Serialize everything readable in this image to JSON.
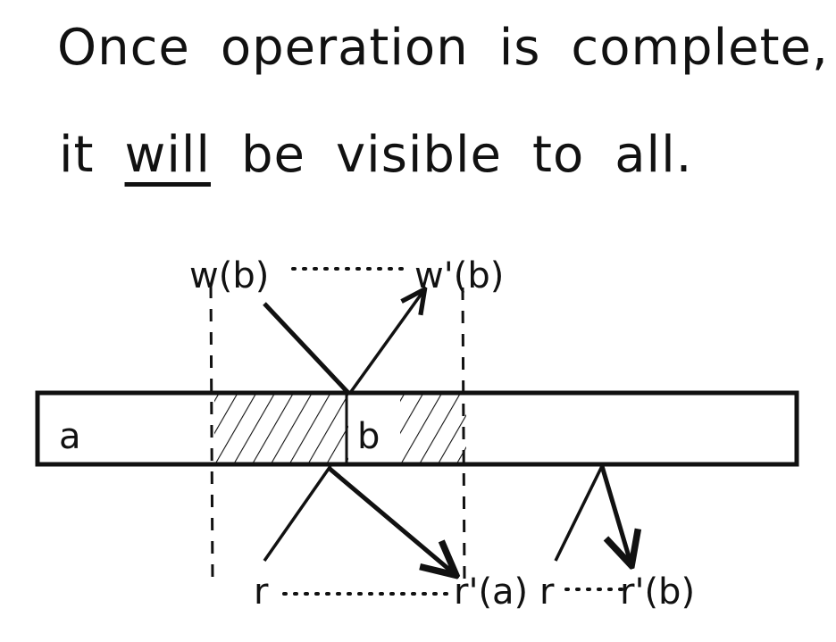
{
  "title": {
    "line1": [
      "Once",
      "operation",
      "is",
      "complete,"
    ],
    "line2": [
      "it",
      "will",
      "be",
      "visible",
      "to",
      "all."
    ],
    "underlined_word": "will"
  },
  "diagram": {
    "cell_a_label": "a",
    "cell_b_label": "b",
    "write_label": "w(b)",
    "write_prime_label": "w'(b)",
    "read_1_label": "r",
    "read_1_prime_label": "r'(a)",
    "read_2_label": "r",
    "read_2_prime_label": "r'(b)"
  },
  "colors": {
    "ink": "#111111",
    "paper": "#ffffff"
  }
}
